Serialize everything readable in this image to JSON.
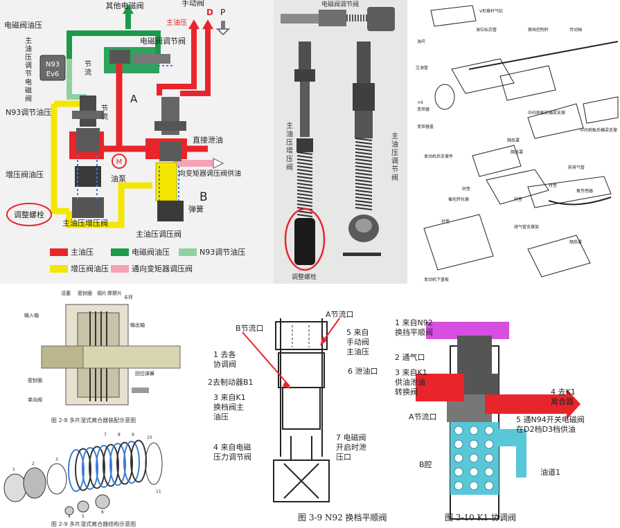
{
  "hydraulic": {
    "labels": {
      "other_solenoid": "其他电磁阀",
      "manual": "手动阀",
      "main_line": "主油压",
      "d": "D",
      "p": "P",
      "solenoid_pressure": "电磁阀油压",
      "solenoid_regulator": "电磁阀调节阀",
      "main_reg_solenoid": "主\n油\n压\n调\n节\n电\n磁\n阀",
      "n93_top": "N93",
      "n93_bottom": "Ev6",
      "throttle_1": "节\n流",
      "throttle_2": "节\n流",
      "n93_reg_pressure": "N93调节油压",
      "a": "A",
      "direct_drain": "直接泄油",
      "boost_valve_pressure": "增压阀油压",
      "pump_m": "M",
      "pump": "油泵",
      "converter_supply": "向变矩器调压阀供油",
      "b": "B",
      "spring": "弹簧",
      "adjust_bolt": "调整螺栓",
      "main_boost_valve": "主油压增压阀",
      "main_reg_valve": "主油压调压阀"
    },
    "legend": [
      {
        "label": "主油压",
        "color": "#e8252b"
      },
      {
        "label": "电磁阀油压",
        "color": "#1a9a4a"
      },
      {
        "label": "N93调节油压",
        "color": "#8fd19e"
      },
      {
        "label": "增压阀油压",
        "color": "#f3e600"
      },
      {
        "label": "通向变矩器调压阀",
        "color": "#f4a3b4"
      }
    ]
  },
  "photo": {
    "top_label": "电磁阀调节阀",
    "label_left": "主\n油\n压\n增\n压\n阀",
    "label_right": "主\n油\n压\n调\n节\n阀",
    "bottom_label": "调整螺栓"
  },
  "exploded": {
    "labels": [
      "V形推杆气缸",
      "油位标志管",
      "换挡控制杆",
      "传动轴",
      "油尺",
      "注油管",
      "×6",
      "变矩器",
      "变矩器盖",
      "中间地板前横梁支撑",
      "隔热罩",
      "中间地板后横梁支撑",
      "发动机后支撑件",
      "隔热罩",
      "前排气管",
      "衬垫",
      "氧传感器",
      "衬垫",
      "催化转化器",
      "衬垫",
      "衬垫",
      "排气管支撑架",
      "隔热罩",
      "发动机下盖板"
    ]
  },
  "clutch_assembly": {
    "labels": [
      "活塞",
      "密封圈",
      "钢片",
      "摩擦片",
      "卡环",
      "输入轴",
      "输出轴",
      "密封圈",
      "回位弹簧",
      "单向阀"
    ],
    "caption": "图 2-8 多片湿式离合器装配示意图"
  },
  "clutch_exploded": {
    "caption": "图 2-9 多片湿式离合器结构示意图",
    "numbers": [
      "1",
      "2",
      "3",
      "4",
      "5",
      "6",
      "7",
      "8",
      "9",
      "10",
      "11"
    ]
  },
  "n92": {
    "caption": "图 3-9 N92 换档平顺阀",
    "labels": {
      "b_throttle": "B节流口",
      "a_throttle": "A节流口",
      "l1": "1  去各\n协调阀",
      "l2": "2去制动器B1",
      "l3": "3  来自K1\n换档阀主\n油压",
      "l4": "4  来自电磁\n压力调节阀",
      "l5": "5  来自\n手动阀\n主油压",
      "l6": "6 泄油口",
      "l7": "7  电磁阀\n开启时泄\n压口"
    }
  },
  "k1": {
    "caption": "图 3-10 K1 协调阀",
    "labels": {
      "l1": "1  来自N92\n换挡平顺阀",
      "l2": "2 通气口",
      "l3": "3  来自K1\n供油泄油\n转换阀",
      "a_throttle": "A节流口",
      "l4": "4  去K1\n离合器",
      "l5": "5 通N94开关电磁阀\n在D2档D3档供油",
      "b_cavity": "B腔",
      "oil_channel": "油道1"
    }
  }
}
